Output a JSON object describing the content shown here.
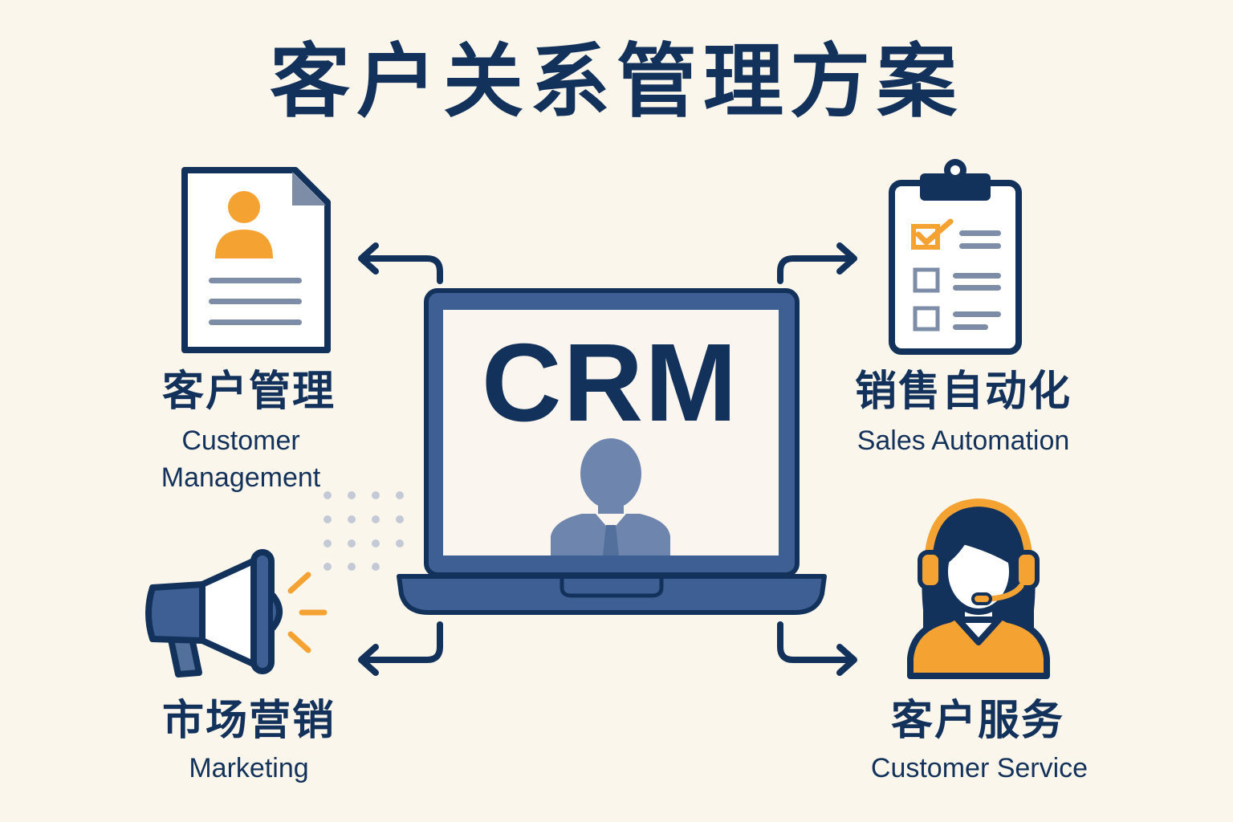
{
  "title": "客户关系管理方案",
  "center": {
    "label": "CRM"
  },
  "modules": [
    {
      "zh": "客户管理",
      "en_line1": "Customer",
      "en_line2": "Management",
      "icon": "contact-document-icon"
    },
    {
      "zh": "销售自动化",
      "en": "Sales Automation",
      "icon": "clipboard-checklist-icon"
    },
    {
      "zh": "市场营销",
      "en": "Marketing",
      "icon": "megaphone-icon"
    },
    {
      "zh": "客户服务",
      "en": "Customer Service",
      "icon": "support-agent-headset-icon"
    }
  ],
  "colors": {
    "background": "#fbf6ec",
    "navy": "#13325b",
    "blue": "#3d5f94",
    "orange": "#f4a333",
    "gray": "#7d8ca7"
  }
}
